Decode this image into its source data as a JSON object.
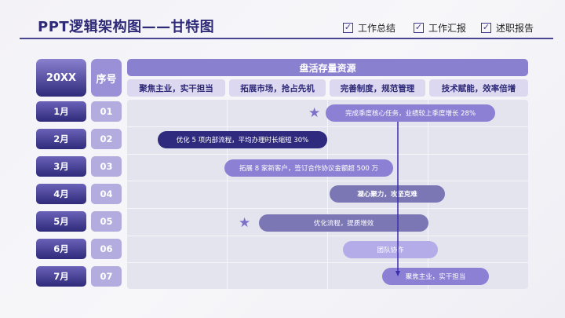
{
  "title": "PPT逻辑架构图——甘特图",
  "tags": [
    {
      "label": "工作总结",
      "checked": true
    },
    {
      "label": "工作汇报",
      "checked": true
    },
    {
      "label": "述职报告",
      "checked": true
    }
  ],
  "header": {
    "year": "20XX",
    "seq": "序号",
    "banner": "盘活存量资源",
    "columns": [
      "聚焦主业，实干担当",
      "拓展市场，抢占先机",
      "完善制度，规范管理",
      "技术赋能，效率倍增"
    ]
  },
  "rows": [
    {
      "month": "1月",
      "index": "01",
      "task": "完成季度核心任务，业绩较上季度增长 28%",
      "star": true
    },
    {
      "month": "2月",
      "index": "02",
      "task": "优化 5 项内部流程，平均办理时长缩短 30%"
    },
    {
      "month": "3月",
      "index": "03",
      "task": "拓展 8 家新客户，签订合作协议金额超 500 万"
    },
    {
      "month": "4月",
      "index": "04",
      "task": "凝心聚力，攻坚克难"
    },
    {
      "month": "5月",
      "index": "05",
      "task": "优化流程，提质增效",
      "star": true
    },
    {
      "month": "6月",
      "index": "06",
      "task": "团队协作"
    },
    {
      "month": "7月",
      "index": "07",
      "task": "聚焦主业，实干担当"
    }
  ],
  "colors": {
    "primary": "#2e2a78",
    "accent": "#8a80d0",
    "dark_bar": "#2f2a7d",
    "muted_bar": "#7b76b4",
    "light_bar": "#b3ace8",
    "arrow": "#3a2fb0"
  }
}
